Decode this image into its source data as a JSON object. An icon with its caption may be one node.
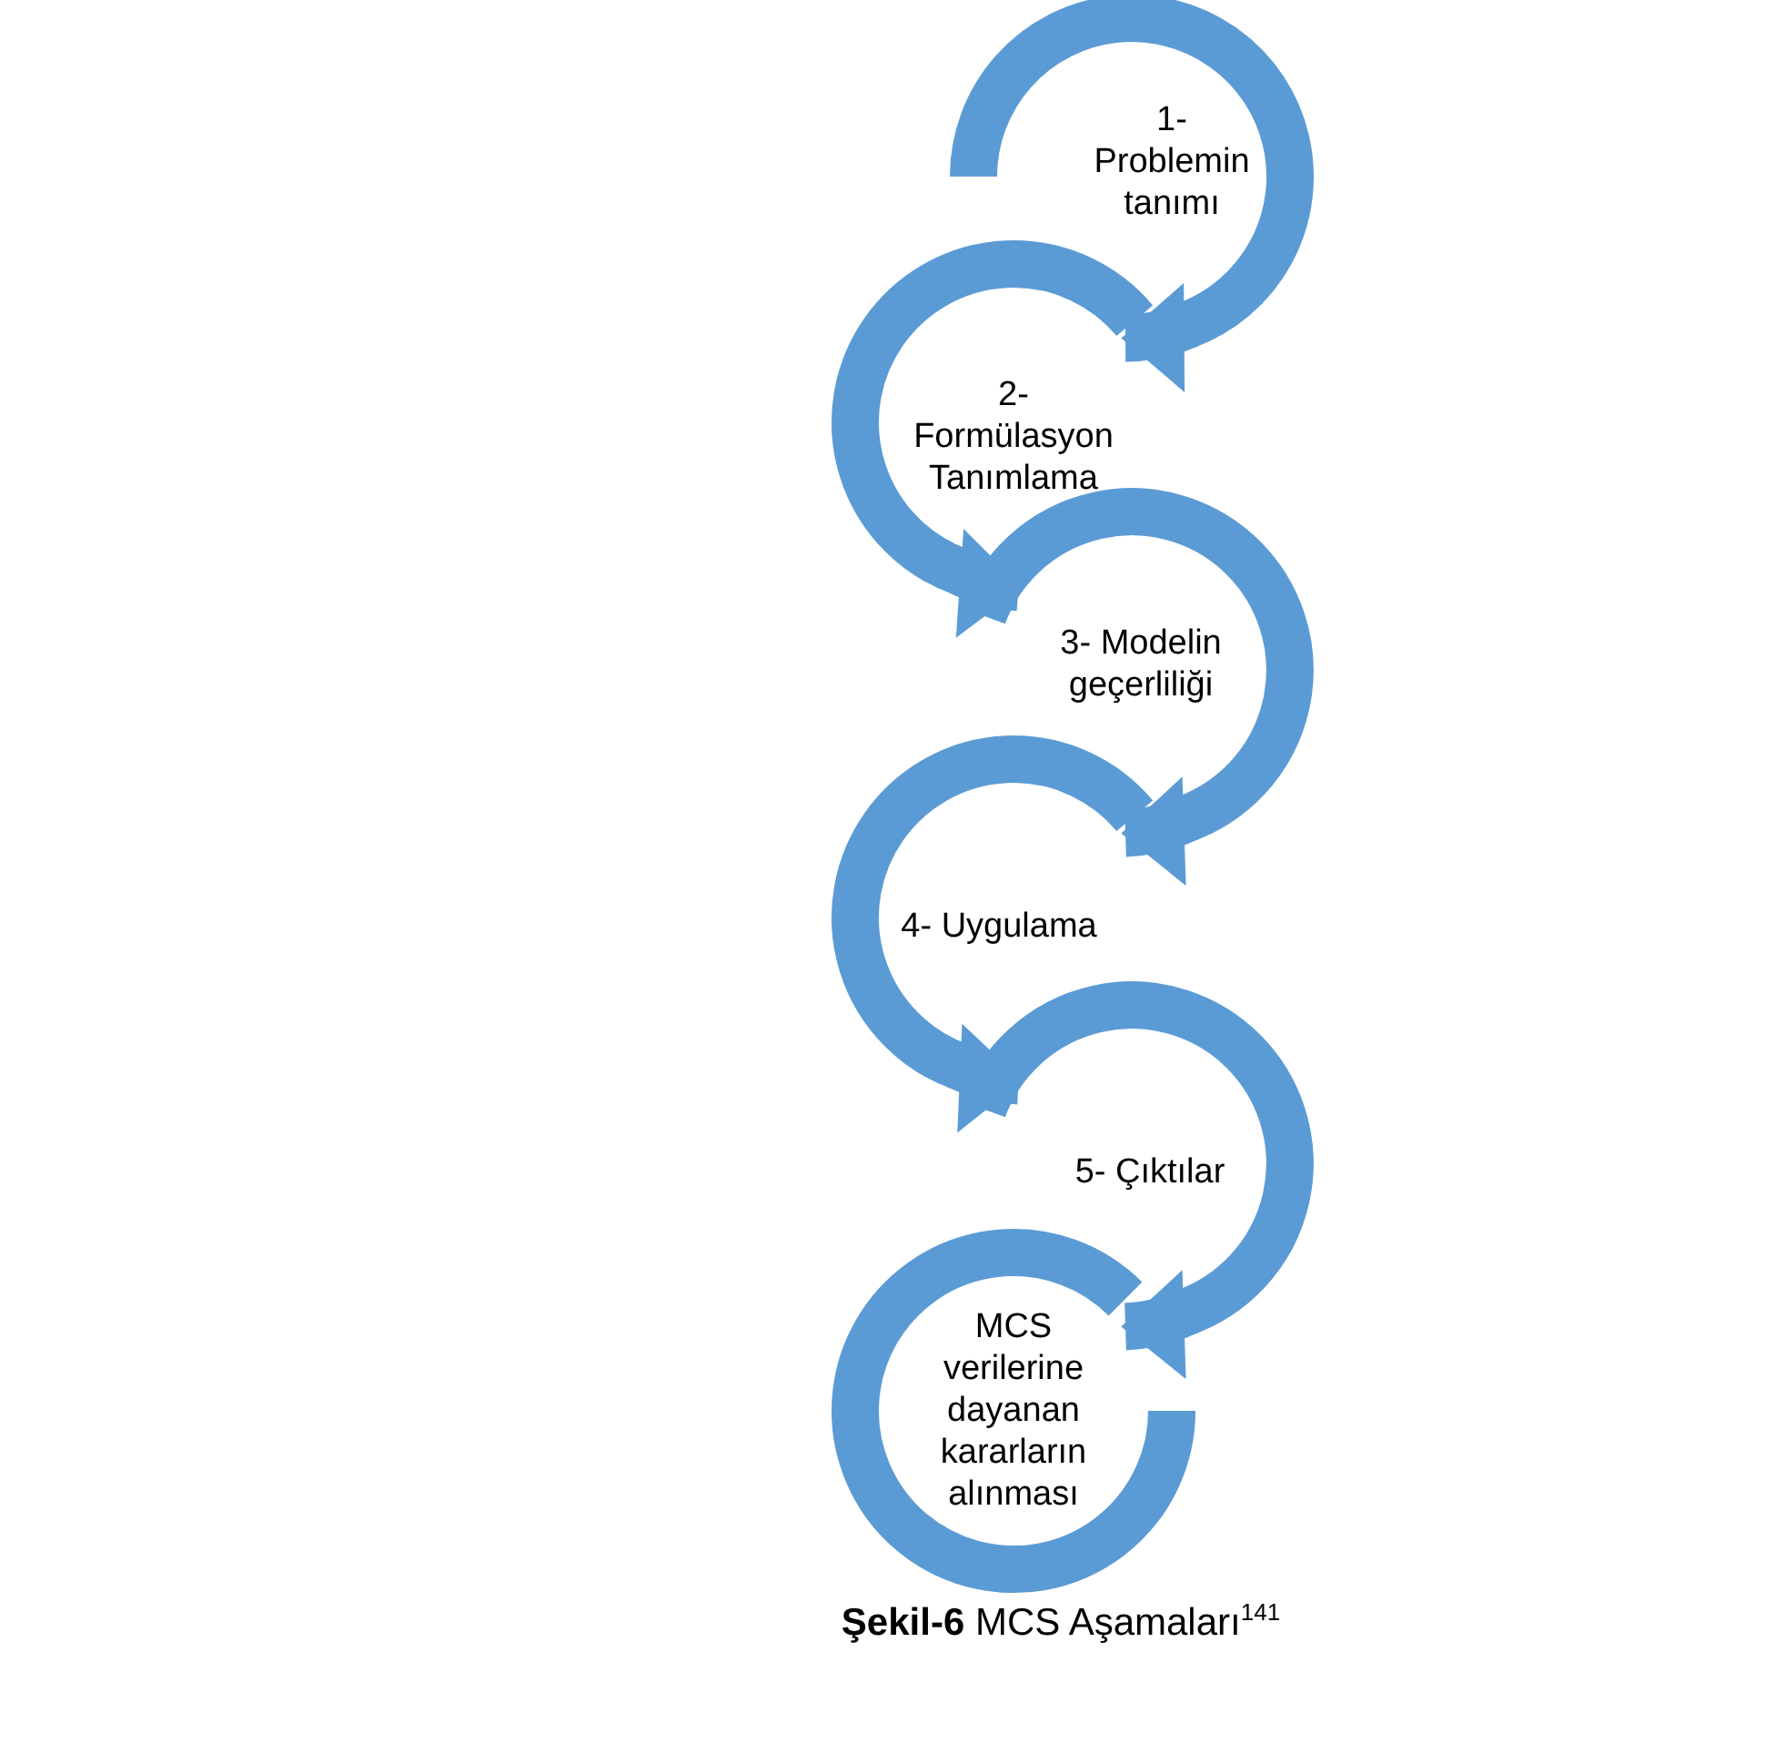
{
  "diagram": {
    "caption": "**Şekil-6** MCS Aşamaları$^{141}$",
    "nodes": [
      {
        "text": [
          "1- Problemin tanımı"
        ]
      },
      {
        "text": [
          "2- Formülasyon Tanımlama"
        ]
      },
      {
        "text": [
          "3- Modelin geçerliliği"
        ]
      },
      {
        "text": [
          "4- Uygulama"
        ]
      },
      {
        "text": [
          "5- Çıktılar"
        ]
      },
      {
        "text": [
          "MCS verilerine dayanan kararların alınması"
        ]
      }
    ],
    "edges": [
      {
        "from": 0,
        "to": 1,
        "arrow": "to"
      },
      {
        "from": 1,
        "to": 2,
        "arrow": "to"
      },
      {
        "from": 2,
        "to": 3,
        "arrow": "to"
      },
      {
        "from": 3,
        "to": 4,
        "arrow": "to"
      },
      {
        "from": 4,
        "to": 5,
        "arrow": "to"
      }
    ]
  }
}
